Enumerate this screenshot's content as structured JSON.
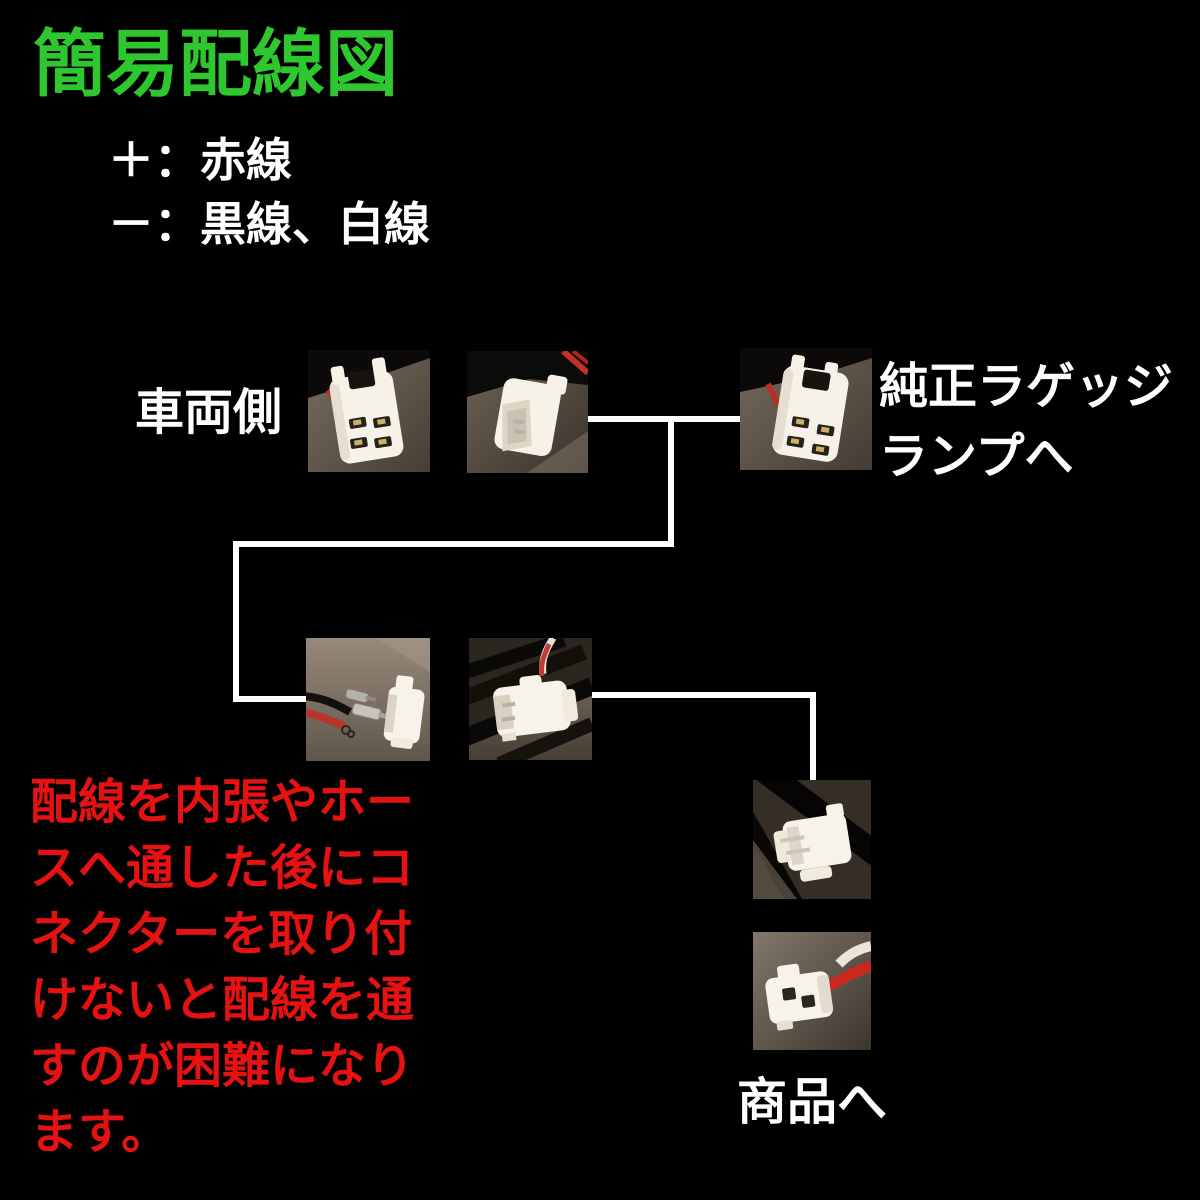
{
  "background": "#000000",
  "title": {
    "text": "簡易配線図",
    "color": "#2FC72F"
  },
  "legend": {
    "plus_line": "＋：赤線",
    "minus_line": "－：黒線、白線"
  },
  "labels": {
    "vehicle_side": "車両側",
    "oem_luggage_lamp_line1": "純正ラゲッジ",
    "oem_luggage_lamp_line2": "ランプへ",
    "to_product": "商品へ"
  },
  "warning_note": {
    "color": "#E61212",
    "lines": [
      "配線を内張やホー",
      "スへ通した後にコ",
      "ネクターを取り付",
      "けないと配線を通",
      "すのが困難になり",
      "ます。"
    ]
  },
  "diagram": {
    "line_color": "#FFFFFF",
    "photos": [
      {
        "name": "vehicle-4pin-connector-photo"
      },
      {
        "name": "harness-plug-connector-photo"
      },
      {
        "name": "oem-lamp-4pin-connector-photo"
      },
      {
        "name": "crimp-terminal-photo"
      },
      {
        "name": "2pin-male-connector-photo"
      },
      {
        "name": "2pin-header-connector-photo"
      },
      {
        "name": "2pin-plug-red-wire-photo"
      }
    ]
  }
}
